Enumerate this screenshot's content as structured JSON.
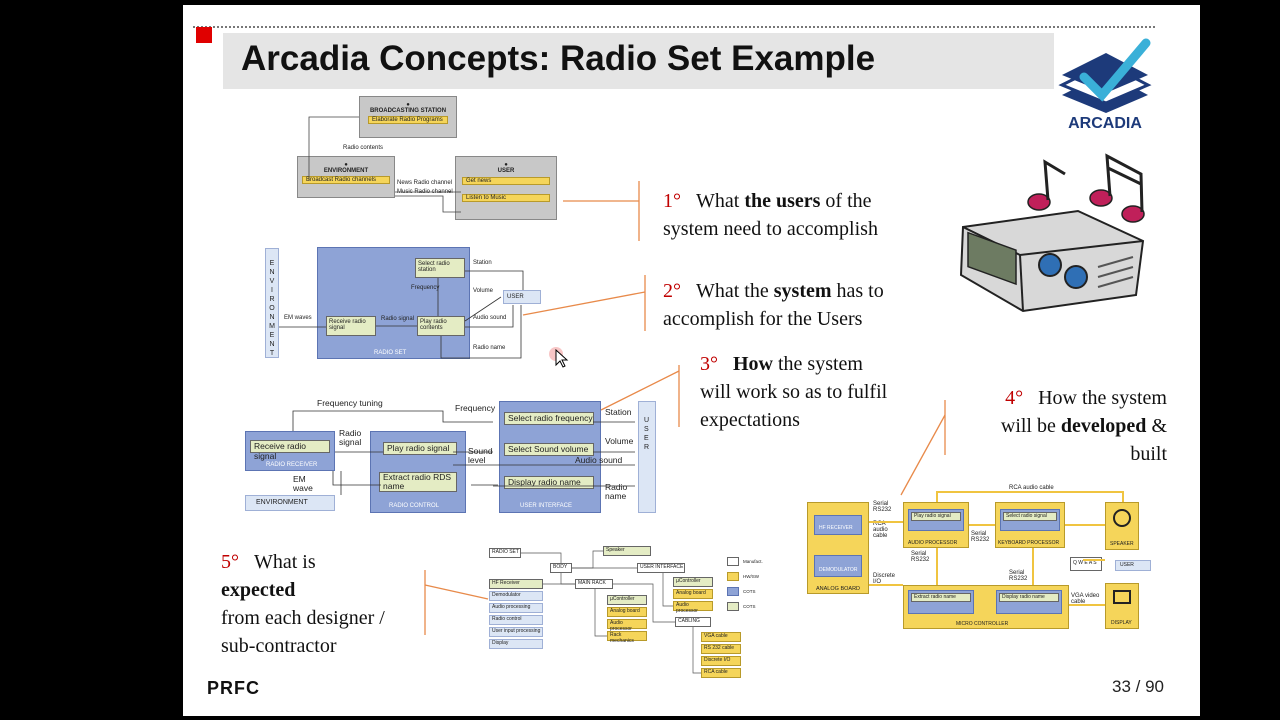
{
  "slide": {
    "title": "Arcadia Concepts: Radio Set Example",
    "logo_text": "ARCADIA",
    "footer_brand": "PRFC",
    "page": "33 / 90"
  },
  "captions": {
    "c1": {
      "num": "1°",
      "pre": "What ",
      "bold": "the users",
      "post": " of the",
      "line2": "system need to accomplish"
    },
    "c2": {
      "num": "2°",
      "pre": "What the ",
      "bold": "system",
      "post": " has to",
      "line2": "accomplish for the Users"
    },
    "c3": {
      "num": "3°",
      "bold": "How",
      "post": " the system",
      "line2": "will work so as to fulfil",
      "line3": "expectations"
    },
    "c4": {
      "num": "4°",
      "post": "How the system",
      "pre2": "will be ",
      "bold": "developed",
      "post2": " &",
      "line3": "built"
    },
    "c5": {
      "num": "5°",
      "post": "What is",
      "bold": "expected",
      "line3": "from each designer /",
      "line4": "sub-contractor"
    }
  },
  "d1": {
    "broadcast_title": "BROADCASTING STATION",
    "broadcast_fn": "Elaborate Radio Programs",
    "radio_contents": "Radio contents",
    "env_title": "ENVIRONMENT",
    "env_fn": "Broadcast Radio channels",
    "news_channel": "News Radio channel",
    "music_channel": "Music Radio channel",
    "user_title": "USER",
    "get_news": "Get news",
    "listen_music": "Listen to Music"
  },
  "d2": {
    "env_vertical": "ENVIRONMENT",
    "em_waves": "EM waves",
    "receive": "Receive radio signal",
    "radio_signal": "Radio signal",
    "frequency": "Frequency",
    "select_station": "Select radio station",
    "play_contents": "Play radio contents",
    "radio_set": "RADIO SET",
    "station": "Station",
    "volume": "Volume",
    "audio_sound": "Audio sound",
    "radio_name": "Radio name",
    "user": "USER"
  },
  "d3": {
    "frequency_tuning": "Frequency tuning",
    "receive": "Receive radio signal",
    "radio_receiver": "RADIO RECEIVER",
    "radio_signal": "Radio signal",
    "play_signal": "Play radio signal",
    "extract_rds": "Extract radio RDS name",
    "radio_control": "RADIO CONTROL",
    "frequency": "Frequency",
    "sound_level": "Sound level",
    "select_freq": "Select radio frequency",
    "select_volume": "Select Sound volume",
    "display_name": "Display radio name",
    "user_interface": "USER INTERFACE",
    "station": "Station",
    "volume": "Volume",
    "audio_sound": "Audio sound",
    "radio_name": "Radio name",
    "em_wave": "EM wave",
    "environment": "ENVIRONMENT",
    "user_vertical": "USER"
  },
  "d4": {
    "rca_audio_cable": "RCA audio cable",
    "serial_rs232": "Serial RS232",
    "rca_audio_cable2": "RCA audio cable",
    "discrete_io": "Discrete I/O",
    "vga_video_cable": "VGA video cable",
    "play_radio_signal": "Play radio signal",
    "select_radio_signal": "Select radio signal",
    "extract_radio_name": "Extract radio name",
    "display_radio_name": "Display radio name",
    "hf_receiver": "HF RECEIVER",
    "demodulator": "DEMODULATOR",
    "analog_board": "ANALOG BOARD",
    "audio_processor": "AUDIO PROCESSOR",
    "keyboard_processor": "KEYBOARD PROCESSOR",
    "micro_controller": "MICRO CONTROLLER",
    "speaker": "SPEAKER",
    "display": "DISPLAY",
    "user": "USER",
    "keys": "Q W E A S"
  },
  "d5": {
    "radio_set": "RADIO SET",
    "body": "BODY",
    "speaker": "Speaker",
    "user_interface": "USER INTERFACE",
    "main_rack": "MAIN RACK",
    "cabling": "CABLING",
    "left_items": [
      "HF Receiver",
      "Demodulator",
      "Audio processing",
      "Radio control",
      "User input processing",
      "Display"
    ],
    "rack_items": [
      "µController",
      "Analog board",
      "Audio processor",
      "Rack mechanics"
    ],
    "ui_items": [
      "µController",
      "Analog board",
      "Audio processor"
    ],
    "cable_items": [
      "VGA cable",
      "RS 232 cable",
      "Discrete I/O",
      "RCA cable"
    ],
    "legend": [
      "Manufact.",
      "HW/SW",
      "COTS",
      "COTS"
    ]
  },
  "colors": {
    "accent_red": "#c00000",
    "arcadia_blue": "#1d3a7a",
    "fn_yellow": "#f5d55a",
    "block_blue": "#8ea3d6"
  }
}
